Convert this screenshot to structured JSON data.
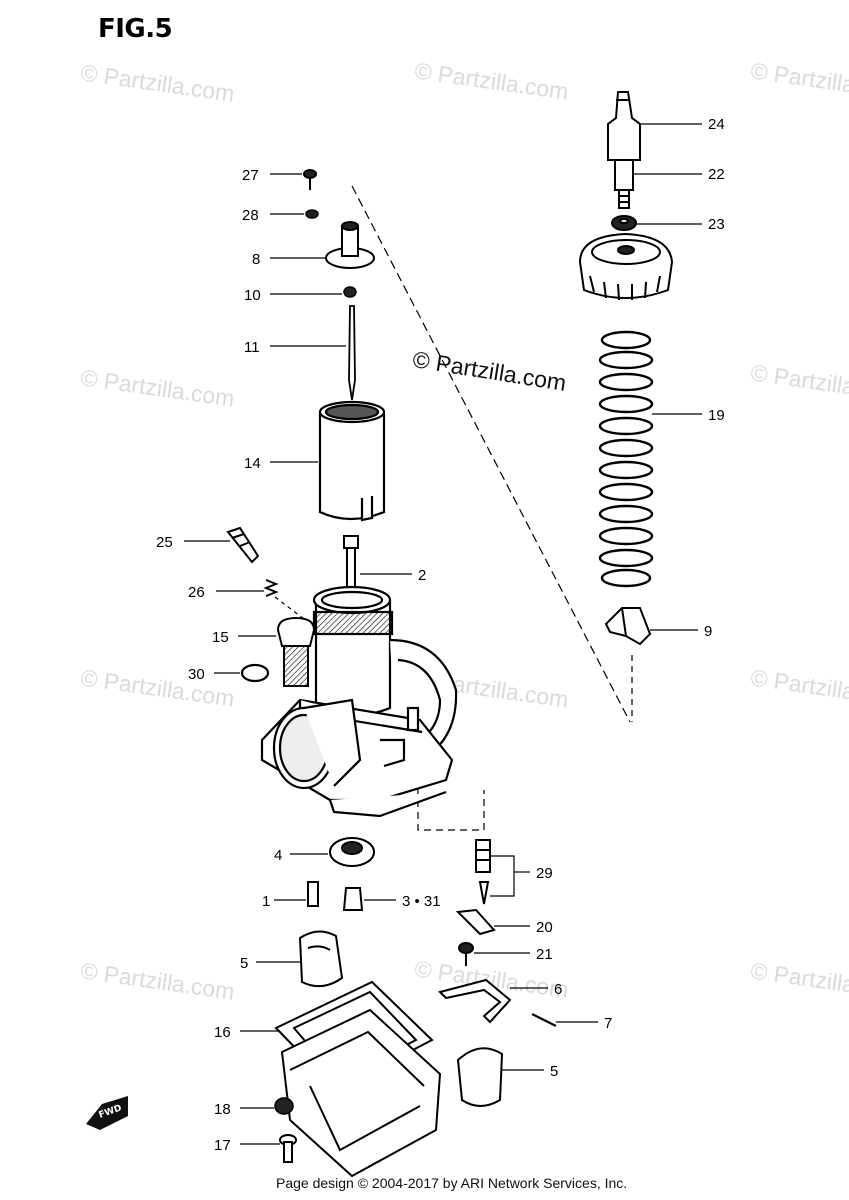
{
  "figure_label": "FIG.5",
  "watermark_text": "© Partzilla.com",
  "center_watermark": "© Partzilla.com",
  "footer": "Page design © 2004-2017 by ARI Network Services, Inc.",
  "front_marker": "FWD",
  "callouts": [
    "24",
    "22",
    "23",
    "19",
    "9",
    "27",
    "28",
    "8",
    "10",
    "11",
    "14",
    "25",
    "2",
    "26",
    "15",
    "30",
    "4",
    "29",
    "1",
    "3 • 31",
    "20",
    "21",
    "5",
    "6",
    "7",
    "16",
    "5",
    "18",
    "17"
  ],
  "colors": {
    "ink": "#000000",
    "watermark": "#dadada",
    "background": "#ffffff"
  }
}
